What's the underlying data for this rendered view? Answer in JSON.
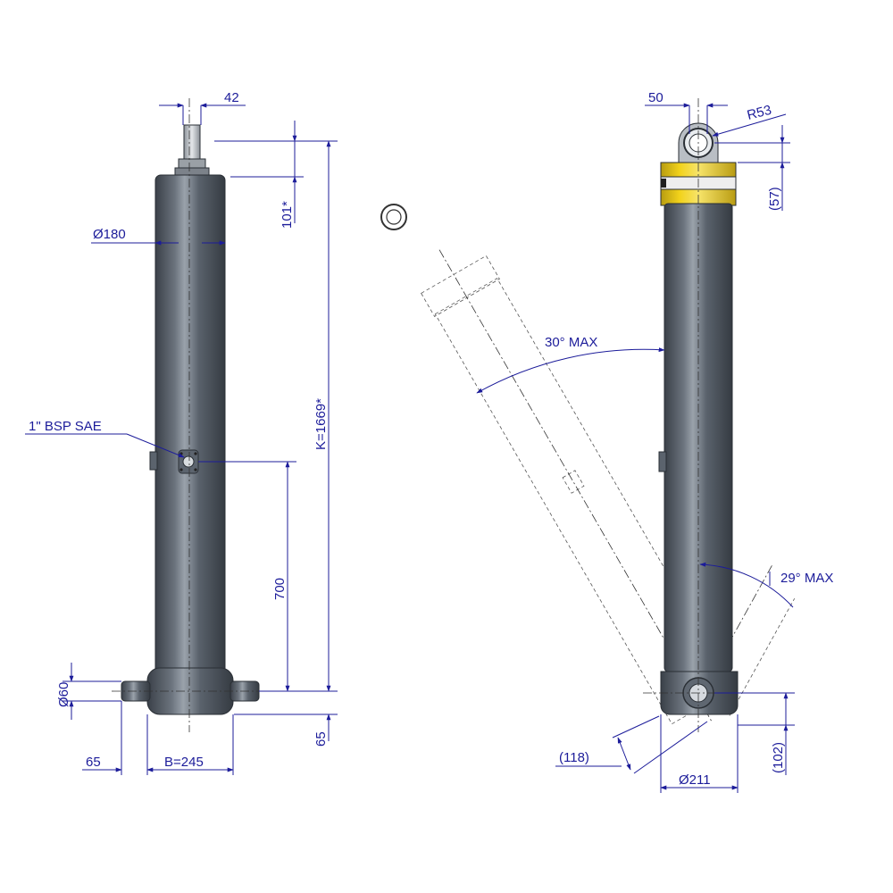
{
  "colors": {
    "dimension": "#1c1c9a",
    "cylinder_body": "#4e5660",
    "cylinder_highlight": "#98a0aa",
    "rod": "#c9cdd2",
    "collar_yellow": "#f2d21b",
    "collar_white": "#f2f2f2"
  },
  "front_view": {
    "dim_rod_width": "42",
    "dim_top": "101*",
    "dim_diameter": "Ø180",
    "port_label": "1\" BSP SAE",
    "dim_port_height": "700",
    "dim_total_length": "K=1669*",
    "dim_pin_diameter": "Ø60",
    "dim_bottom": "65",
    "dim_pin_length": "65",
    "dim_base_width": "B=245"
  },
  "side_view": {
    "dim_eye_width": "50",
    "dim_eye_radius": "R53",
    "dim_eye_height": "(57)",
    "angle_forward": "30° MAX",
    "angle_backward": "29° MAX",
    "dim_swing": "(118)",
    "dim_base_diameter": "Ø211",
    "dim_base_height": "(102)"
  }
}
